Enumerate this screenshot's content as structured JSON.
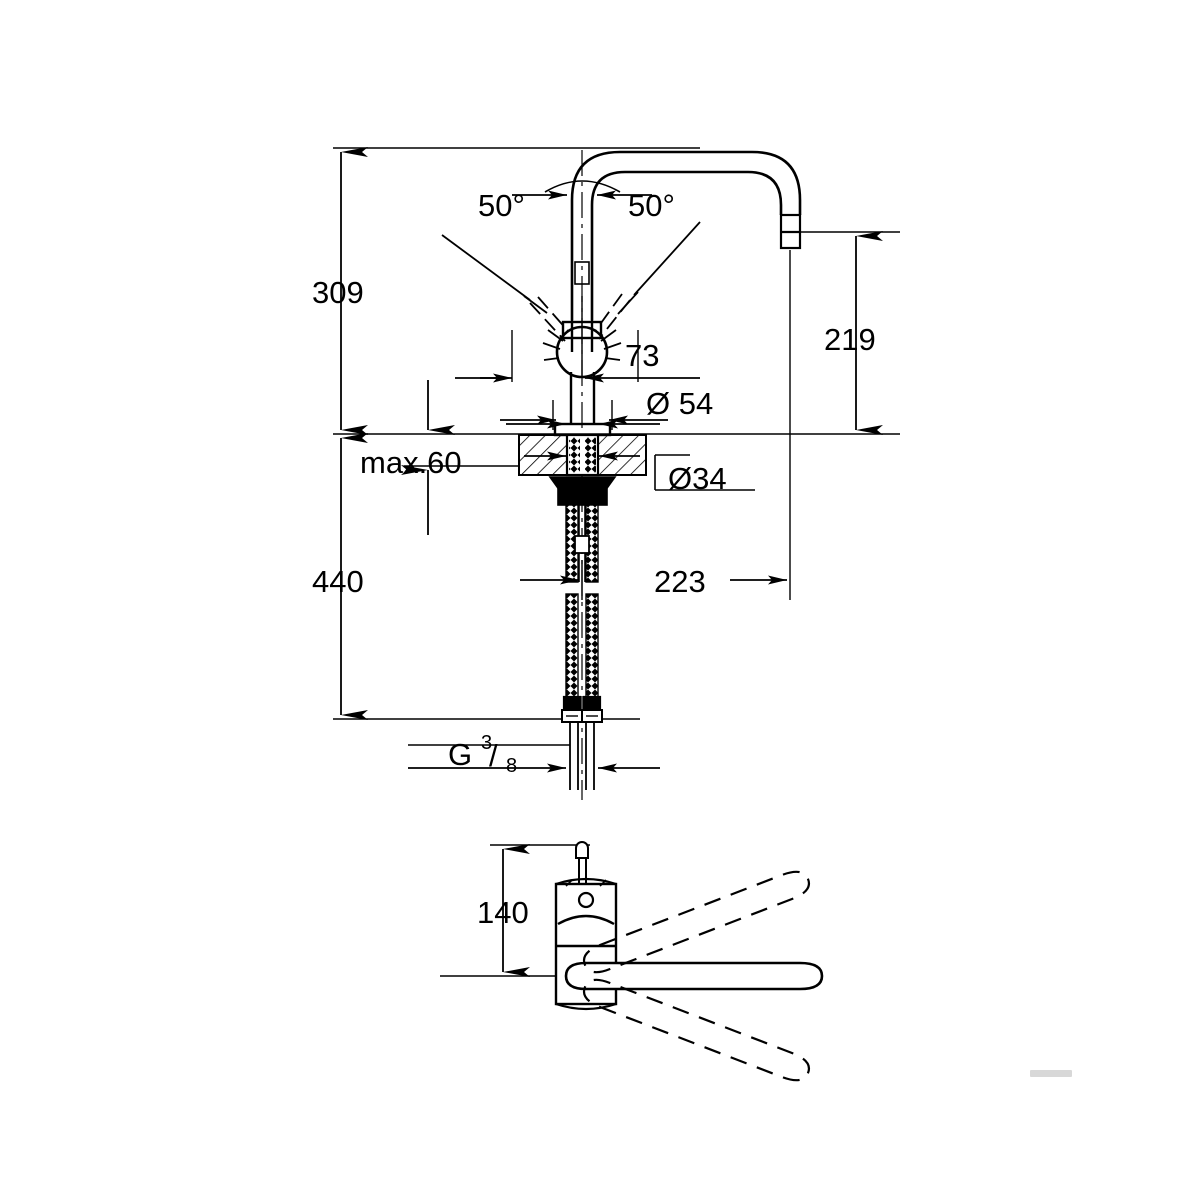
{
  "drawing": {
    "title": "Kitchen mixer tap technical dimension drawing",
    "units": "mm",
    "views": [
      {
        "name": "front-elevation-section"
      },
      {
        "name": "side-plan-handle-swing"
      }
    ]
  },
  "dimensions": {
    "overall_height_above_deck": "309",
    "angle_left": "50°",
    "angle_right": "50°",
    "spout_outlet_height": "219",
    "swivel_center_offset": "73",
    "base_escutcheon_diameter": "Ø 54",
    "shank_diameter": "Ø34",
    "max_deck_thickness": "max.60",
    "below_deck_length": "440",
    "spout_reach": "223",
    "connection_thread": "G",
    "connection_thread_num": "3",
    "connection_thread_den": "8",
    "handle_height": "140"
  },
  "colors": {
    "line": "#000000",
    "background": "#ffffff",
    "watermark": "#d8d8d8"
  }
}
